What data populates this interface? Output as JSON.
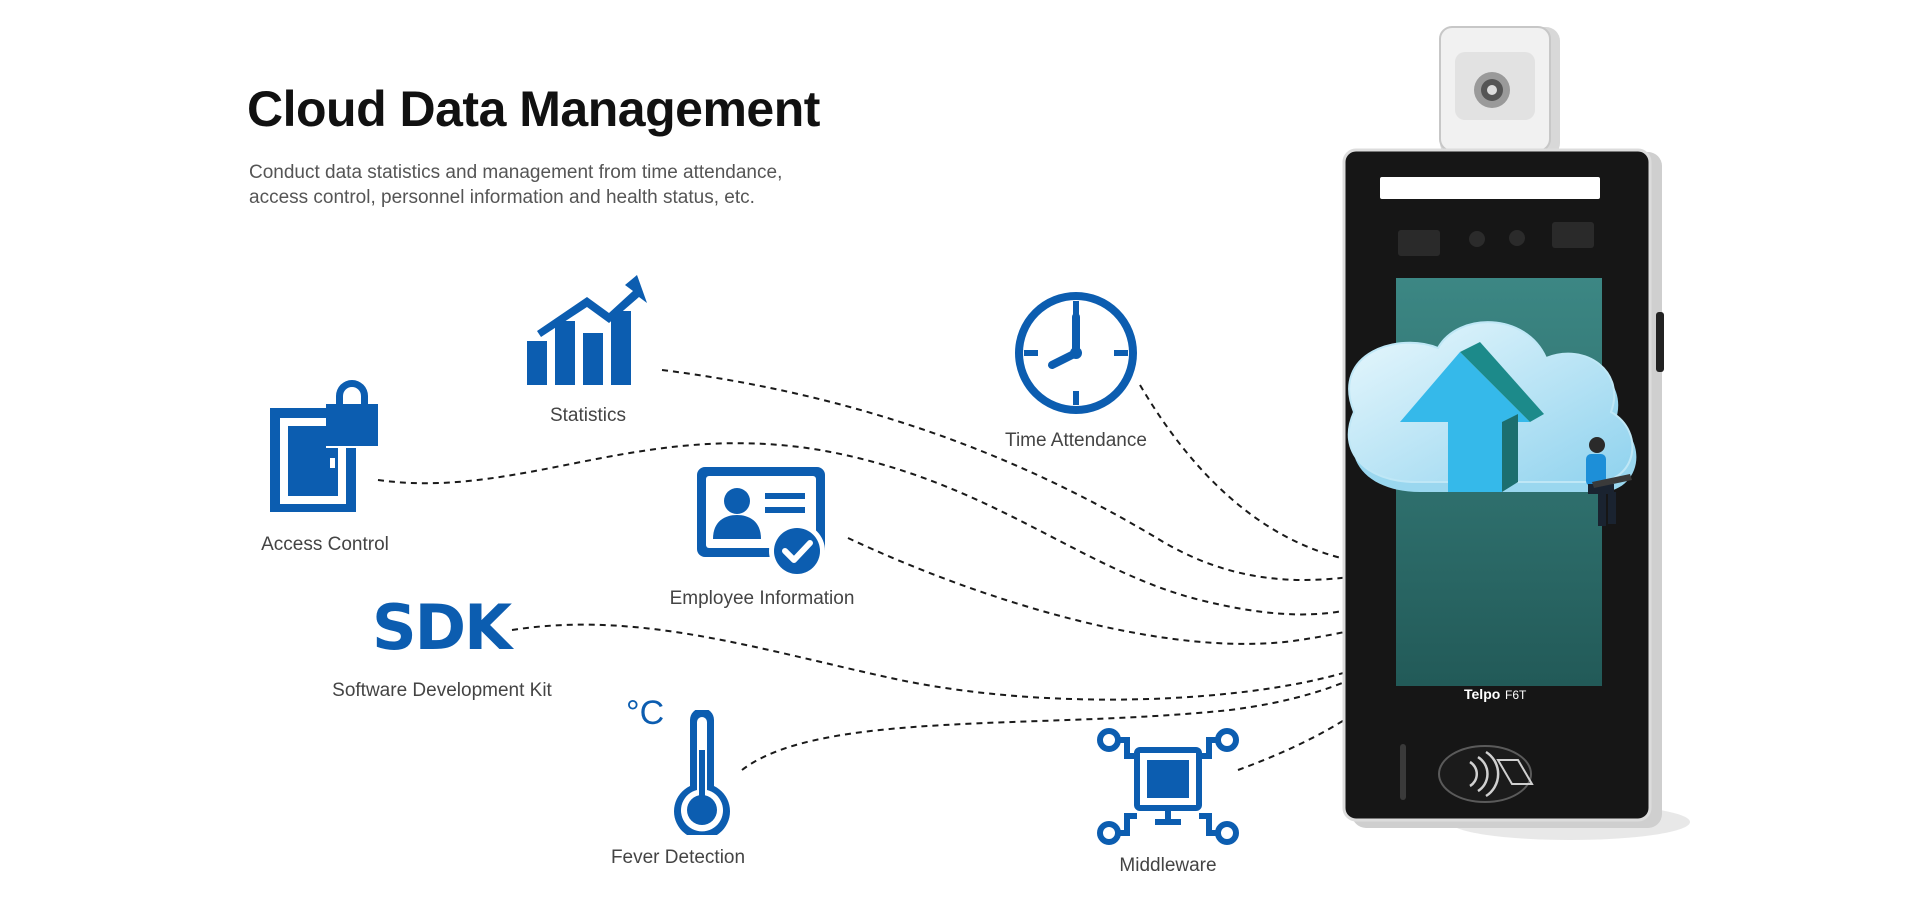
{
  "header": {
    "title": "Cloud Data Management",
    "description_line1": "Conduct data statistics and management from time attendance,",
    "description_line2": "access control, personnel information and health status, etc."
  },
  "features": {
    "statistics": "Statistics",
    "access_control": "Access Control",
    "time_attendance": "Time Attendance",
    "employee_information": "Employee Information",
    "sdk_label": "Software Development Kit",
    "fever_detection": "Fever Detection",
    "middleware": "Middleware"
  },
  "icons": {
    "sdk_word": "SDK",
    "temperature_unit": "°C",
    "names": [
      "bar-chart-icon",
      "lock-door-icon",
      "clock-icon",
      "id-card-icon",
      "sdk-icon",
      "thermometer-icon",
      "middleware-icon",
      "cloud-upload-icon"
    ]
  },
  "device": {
    "brand": "Telpo",
    "model": "F6T"
  },
  "colors": {
    "accent_blue": "#0c5db0",
    "heading": "#111111",
    "text_gray": "#555555",
    "device_body": "#161616",
    "screen_teal": "#2f6f6d",
    "cloud_light": "#bfe7f6"
  }
}
